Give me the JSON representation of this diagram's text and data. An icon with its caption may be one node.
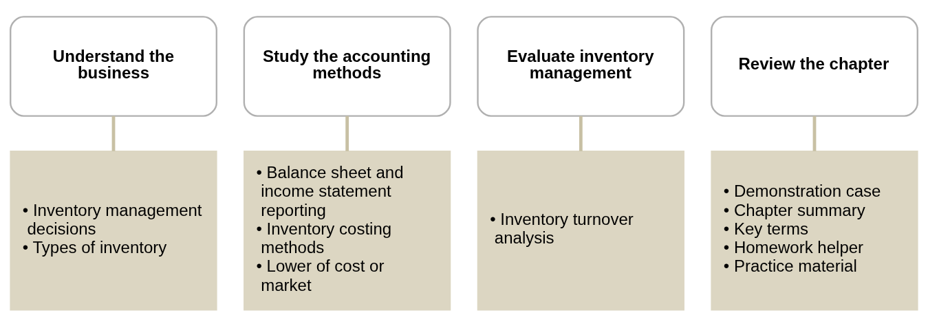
{
  "diagram": {
    "nodes": [
      {
        "text": [
          "Understand the business"
        ]
      },
      {
        "text": [
          "Study the accounting methods"
        ]
      },
      {
        "text": [
          "Evaluate inventory management"
        ]
      },
      {
        "text": [
          "Review the chapter"
        ]
      },
      {
        "text": [
          "• Inventory management decisions",
          "• Types of inventory"
        ]
      },
      {
        "text": [
          "• Balance sheet and income statement reporting",
          "• Inventory costing methods",
          "• Lower of cost or market"
        ]
      },
      {
        "text": [
          "• Inventory turnover analysis"
        ]
      },
      {
        "text": [
          "• Demonstration case",
          "• Chapter summary",
          "• Key terms",
          "• Homework helper",
          "• Practice material"
        ]
      }
    ],
    "edges": [
      {
        "from": 0,
        "to": 4,
        "arrow": "none"
      },
      {
        "from": 1,
        "to": 5,
        "arrow": "none"
      },
      {
        "from": 2,
        "to": 6,
        "arrow": "none"
      },
      {
        "from": 3,
        "to": 7,
        "arrow": "none"
      }
    ]
  }
}
